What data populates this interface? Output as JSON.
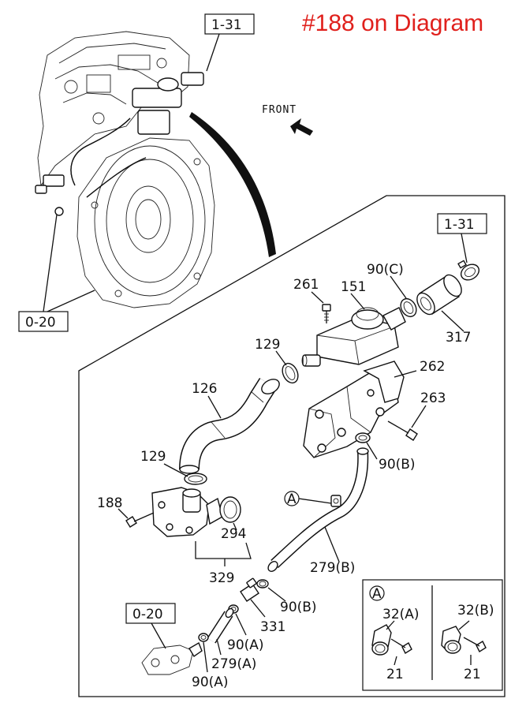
{
  "title": "#188 on Diagram",
  "front_label": "FRONT",
  "refs": {
    "top": "1-31",
    "detail": "1-31",
    "left": "0-20",
    "bottom": "0-20"
  },
  "parts": {
    "p261": "261",
    "p151": "151",
    "p90c": "90(C)",
    "p317": "317",
    "p129a": "129",
    "p262": "262",
    "p126": "126",
    "p263": "263",
    "p129b": "129",
    "p90b_a": "90(B)",
    "p188": "188",
    "p294": "294",
    "p329": "329",
    "p279b": "279(B)",
    "p90b_b": "90(B)",
    "p331": "331",
    "p90a_a": "90(A)",
    "p279a": "279(A)",
    "p90a_b": "90(A)"
  },
  "callout_marker": "A",
  "inset": {
    "marker": "A",
    "left_part": "32(A)",
    "left_bolt": "21",
    "right_part": "32(B)",
    "right_bolt": "21"
  }
}
